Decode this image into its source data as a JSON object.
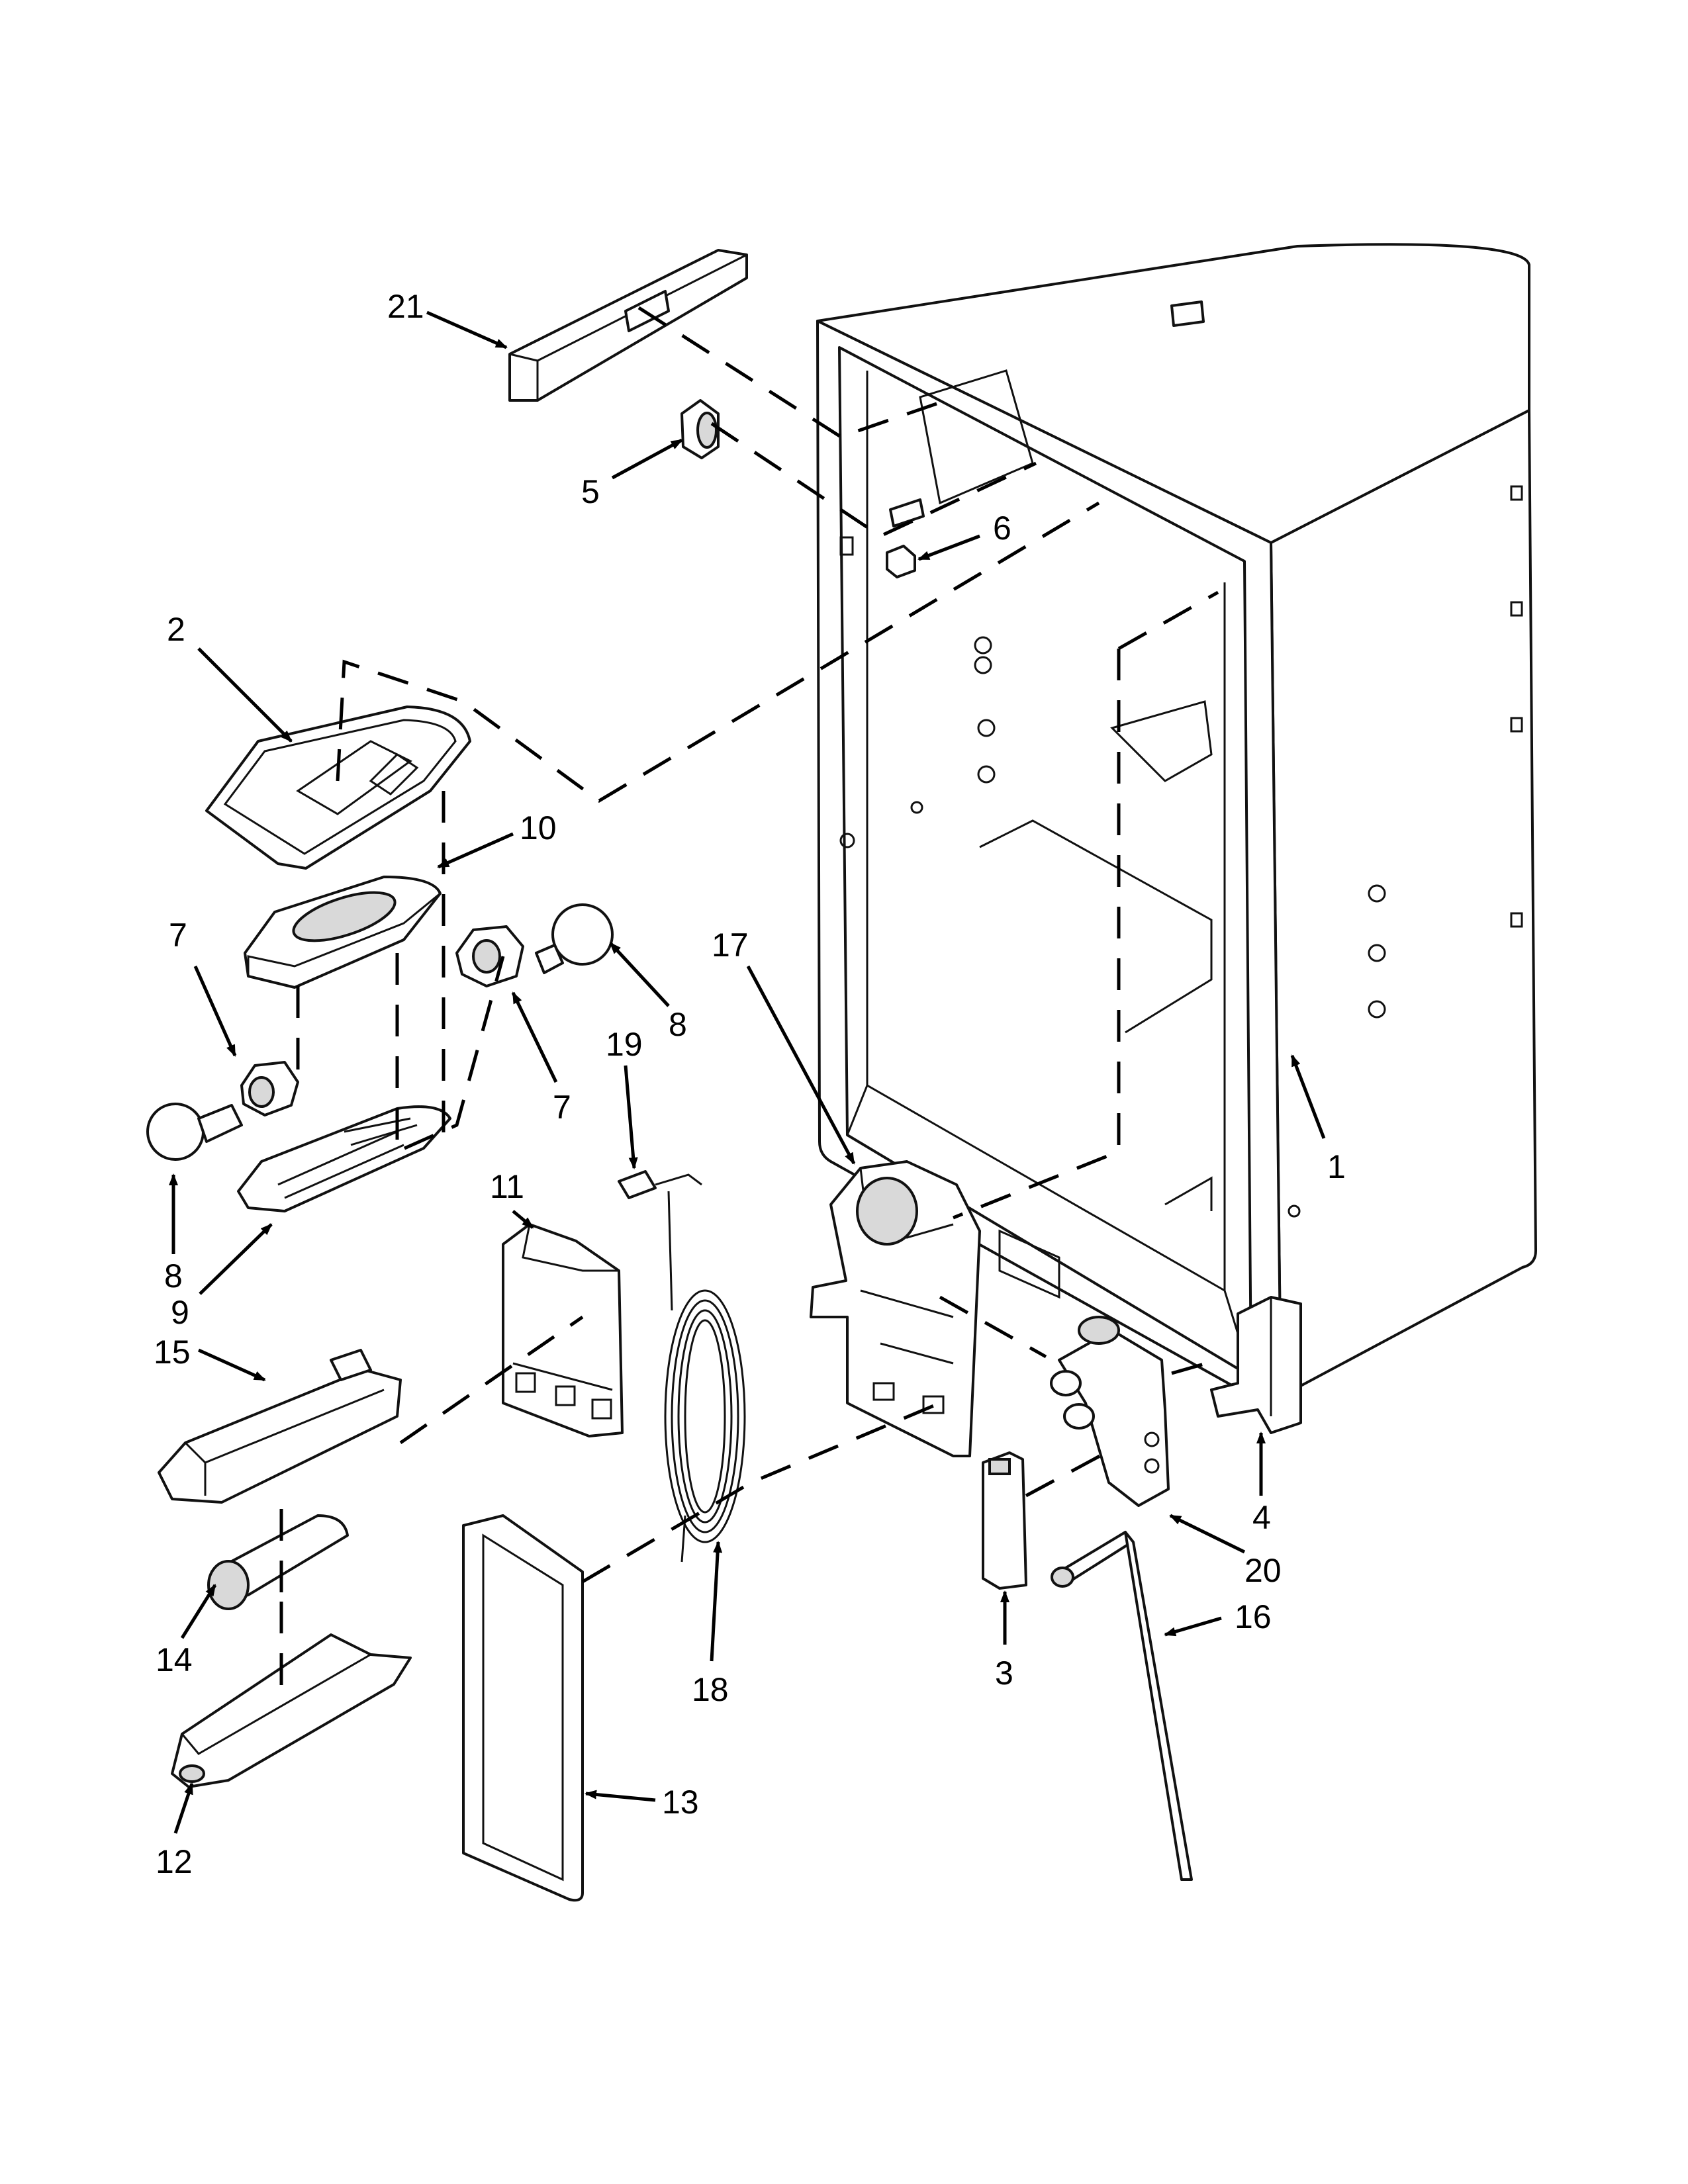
{
  "diagram": {
    "callouts": [
      {
        "key": "c21",
        "label": "21",
        "part": "drip-tray-ramp"
      },
      {
        "key": "c5",
        "label": "5",
        "part": "knob"
      },
      {
        "key": "c6",
        "label": "6",
        "part": "clip"
      },
      {
        "key": "c2",
        "label": "2",
        "part": "housing-cover"
      },
      {
        "key": "c10",
        "label": "10",
        "part": "lamp-housing"
      },
      {
        "key": "c7a",
        "label": "7",
        "part": "lamp-socket-left"
      },
      {
        "key": "c7b",
        "label": "7",
        "part": "lamp-socket-right"
      },
      {
        "key": "c8a",
        "label": "8",
        "part": "light-bulb-left"
      },
      {
        "key": "c8b",
        "label": "8",
        "part": "light-bulb-right"
      },
      {
        "key": "c9",
        "label": "9",
        "part": "lens-cover"
      },
      {
        "key": "c17",
        "label": "17",
        "part": "water-valve-bracket"
      },
      {
        "key": "c19",
        "label": "19",
        "part": "thermistor"
      },
      {
        "key": "c11",
        "label": "11",
        "part": "filter-housing-bracket"
      },
      {
        "key": "c1",
        "label": "1",
        "part": "liner"
      },
      {
        "key": "c15",
        "label": "15",
        "part": "filter-housing"
      },
      {
        "key": "c4",
        "label": "4",
        "part": "valve-bracket"
      },
      {
        "key": "c20",
        "label": "20",
        "part": "water-valve"
      },
      {
        "key": "c14",
        "label": "14",
        "part": "water-filter"
      },
      {
        "key": "c18",
        "label": "18",
        "part": "water-tubing-coil"
      },
      {
        "key": "c3",
        "label": "3",
        "part": "valve-cover"
      },
      {
        "key": "c16",
        "label": "16",
        "part": "inlet-tube"
      },
      {
        "key": "c13",
        "label": "13",
        "part": "filter-door-panel"
      },
      {
        "key": "c12",
        "label": "12",
        "part": "filter-cover"
      }
    ]
  }
}
